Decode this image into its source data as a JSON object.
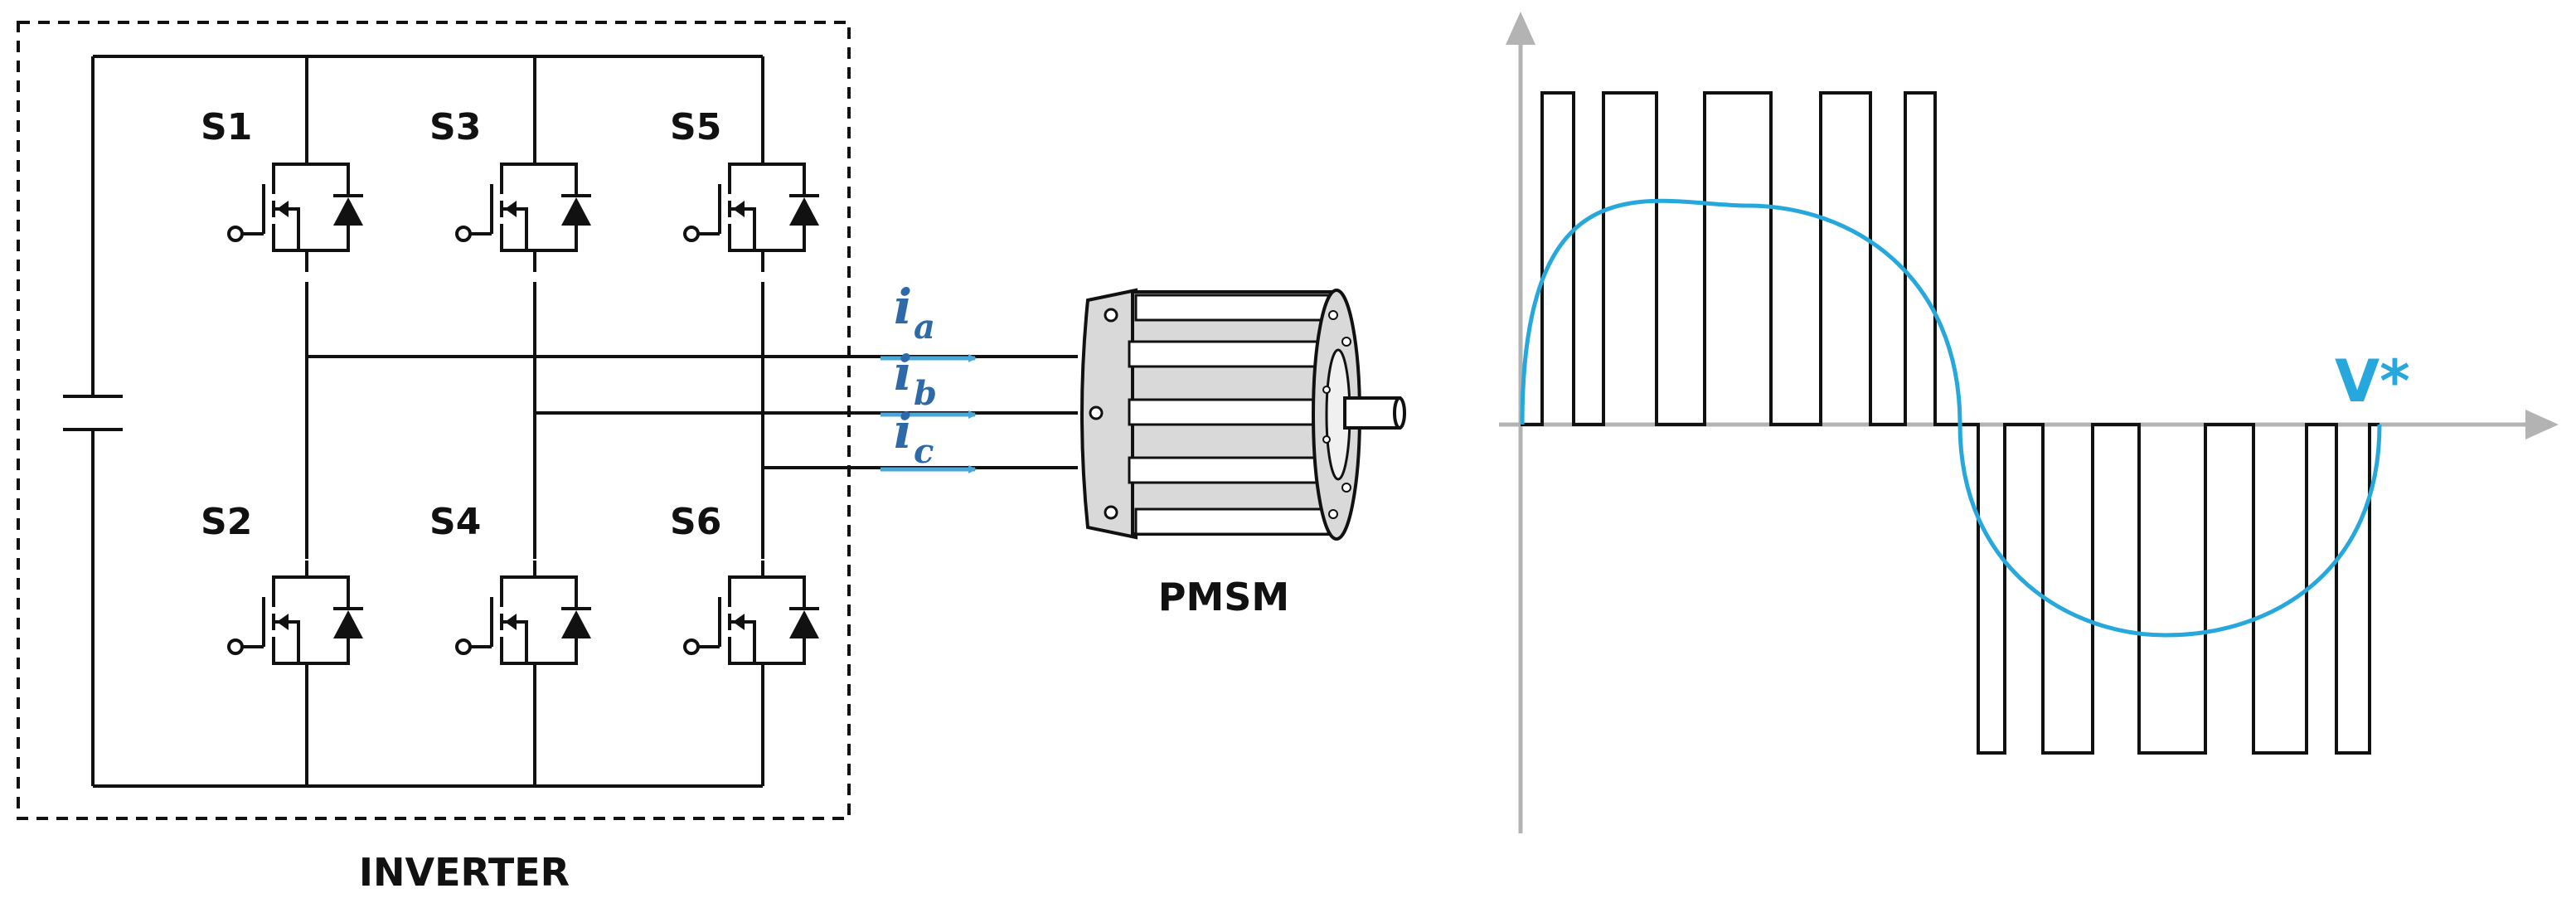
{
  "inverter": {
    "caption": "INVERTER",
    "switches": [
      {
        "id": "S1",
        "label": "S1"
      },
      {
        "id": "S3",
        "label": "S3"
      },
      {
        "id": "S5",
        "label": "S5"
      },
      {
        "id": "S2",
        "label": "S2"
      },
      {
        "id": "S4",
        "label": "S4"
      },
      {
        "id": "S6",
        "label": "S6"
      }
    ]
  },
  "currents": [
    {
      "main": "i",
      "sub": "a"
    },
    {
      "main": "i",
      "sub": "b"
    },
    {
      "main": "i",
      "sub": "c"
    }
  ],
  "motor": {
    "caption": "PMSM"
  },
  "waveform": {
    "reference_label": "V*",
    "colors": {
      "reference": "#27a8dc",
      "pwm": "#111111",
      "axis": "#b3b3b3",
      "currents": "#4aa8d8"
    }
  }
}
